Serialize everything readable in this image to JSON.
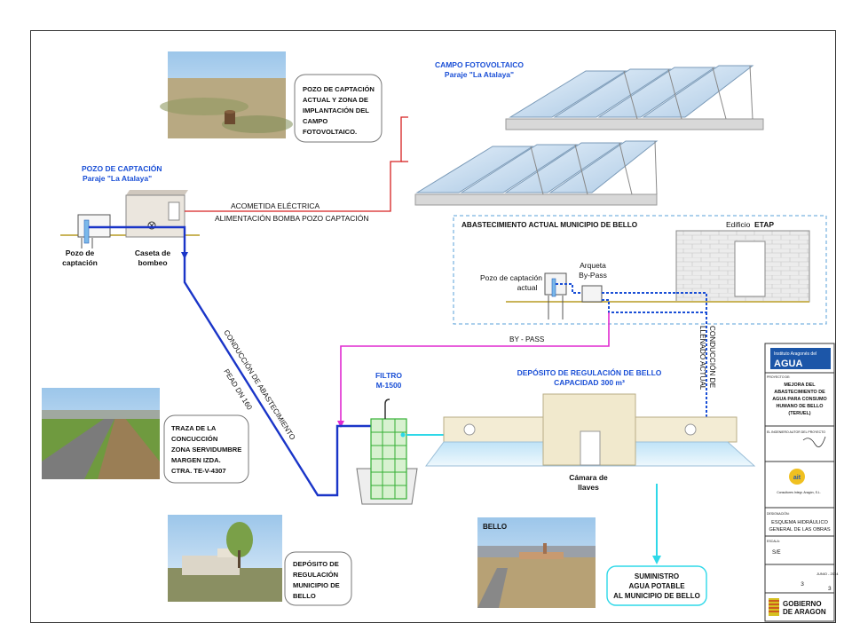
{
  "labels": {
    "well_title": "POZO DE CAPTACIÓN",
    "well_subtitle": "Paraje \"La Atalaya\"",
    "pv_title": "CAMPO FOTOVOLTAICO",
    "pv_subtitle": "Paraje \"La Atalaya\"",
    "well_photo_note": [
      "POZO DE CAPTACIÓN",
      "ACTUAL Y ZONA DE",
      "IMPLANTACIÓN DEL",
      "CAMPO",
      "FOTOVOLTAICO."
    ],
    "electric_line_1": "ACOMETIDA ELÉCTRICA",
    "electric_line_2": "ALIMENTACIÓN BOMBA POZO CAPTACIÓN",
    "pozo_label": [
      "Pozo de",
      "captación"
    ],
    "caseta_label": [
      "Caseta de",
      "bombeo"
    ],
    "conduit_1": "CONDUCCIÓN DE ABASTECIMIENTO",
    "conduit_2": "PEAD DN 160",
    "current_supply_title": "ABASTECIMIENTO ACTUAL MUNICIPIO DE BELLO",
    "etap_prefix": "Edificio",
    "etap_name": "ETAP",
    "current_well": [
      "Pozo de captación",
      "actual"
    ],
    "arqueta": [
      "Arqueta",
      "By-Pass"
    ],
    "bypass": "BY - PASS",
    "fill_conduit_1": "CONDUCCIÓN DE",
    "fill_conduit_2": "LLENADO ACTUAL",
    "filter": [
      "FILTRO",
      "M-1500"
    ],
    "tank": [
      "DEPÓSITO DE REGULACIÓN DE BELLO",
      "CAPACIDAD 300 m³"
    ],
    "valves": [
      "Cámara de",
      "llaves"
    ],
    "trace_note": [
      "TRAZA DE LA",
      "CONCUCCIÓN",
      "ZONA SERVIDUMBRE",
      "MARGEN IZDA.",
      "CTRA.  TE-V-4307"
    ],
    "deposit_note": [
      "DEPÓSITO DE",
      "REGULACIÓN",
      "MUNICIPIO DE",
      "BELLO"
    ],
    "bello_photo": "BELLO",
    "supply": [
      "SUMINISTRO",
      "AGUA POTABLE",
      "AL MUNICIPIO DE BELLO"
    ]
  },
  "title_block": {
    "agency": "Instituto Aragonés del",
    "agency_big": "AGUA",
    "project_hdr": "PROYECTO DE:",
    "project": [
      "MEJORA DEL",
      "ABASTECIMIENTO DE",
      "AGUA PARA CONSUMO",
      "HUMANO DE BELLO",
      "(TERUEL)"
    ],
    "author_hdr": "EL INGENIERO AUTOR DEL PROYECTO",
    "consultant_logo": "ait",
    "consultant": "Consultores Integr. Aragón, S.L.",
    "plan_hdr": "DESIGNACIÓN:",
    "plan": [
      "ESQUEMA HIDRÁULICO",
      "GENERAL DE LAS OBRAS"
    ],
    "scale_hdr": "ESCALA:",
    "scale": "S/E",
    "plan_no": "3",
    "date": "JUNIO - 2014",
    "sheet": "3",
    "gov_1": "GOBIERNO",
    "gov_2": "DE ARAGON"
  }
}
